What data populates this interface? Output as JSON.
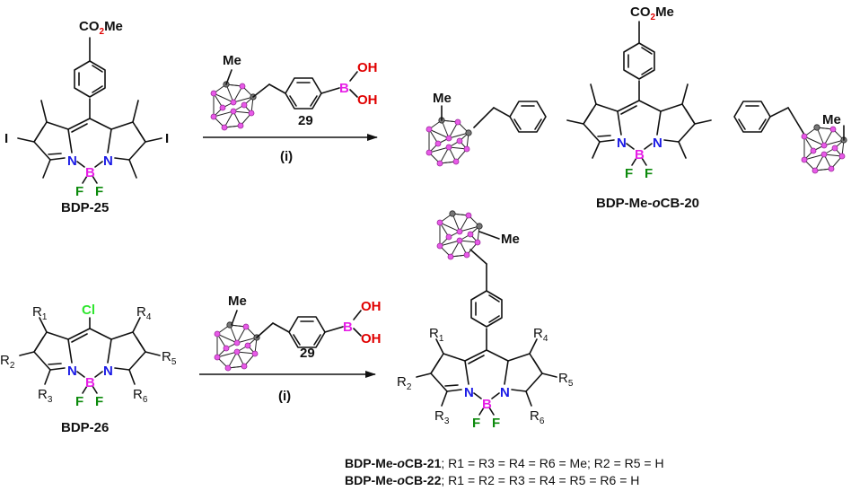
{
  "atoms": {
    "N": "N",
    "B": "B",
    "F": "F",
    "I": "I",
    "Cl": "Cl",
    "Me": "Me",
    "OH": "OH",
    "CO2Me_pre": "CO",
    "CO2Me_sub": "2",
    "CO2Me_post": "Me"
  },
  "reaction1": {
    "reactant_label": "BDP-25",
    "reagent_label": "29",
    "condition": "(i)",
    "product_label_pre": "BDP-Me-",
    "product_label_ital": "o",
    "product_label_post": "CB-20"
  },
  "reaction2": {
    "reactant_label": "BDP-26",
    "reagent_label": "29",
    "condition": "(i)",
    "r_labels": [
      "R",
      "R",
      "R",
      "R",
      "R",
      "R"
    ],
    "r_subs": [
      "1",
      "2",
      "3",
      "4",
      "5",
      "6"
    ]
  },
  "footer": [
    {
      "name_pre": "BDP-Me-",
      "name_ital": "o",
      "name_post": "CB-21",
      "text": "; R1 = R3 = R4 = R6 = Me;  R2 = R5 = H"
    },
    {
      "name_pre": "BDP-Me-",
      "name_ital": "o",
      "name_post": "CB-22",
      "text": "; R1 = R2 = R3 = R4 = R5 = R6 = H"
    }
  ],
  "colors": {
    "nitrogen": "#1a1ae6",
    "boron": "#e61ee6",
    "fluorine": "#0c8a0c",
    "chlorine": "#2ee62e",
    "oxygen": "#e00000",
    "cage_boron": "#e85ae8"
  }
}
